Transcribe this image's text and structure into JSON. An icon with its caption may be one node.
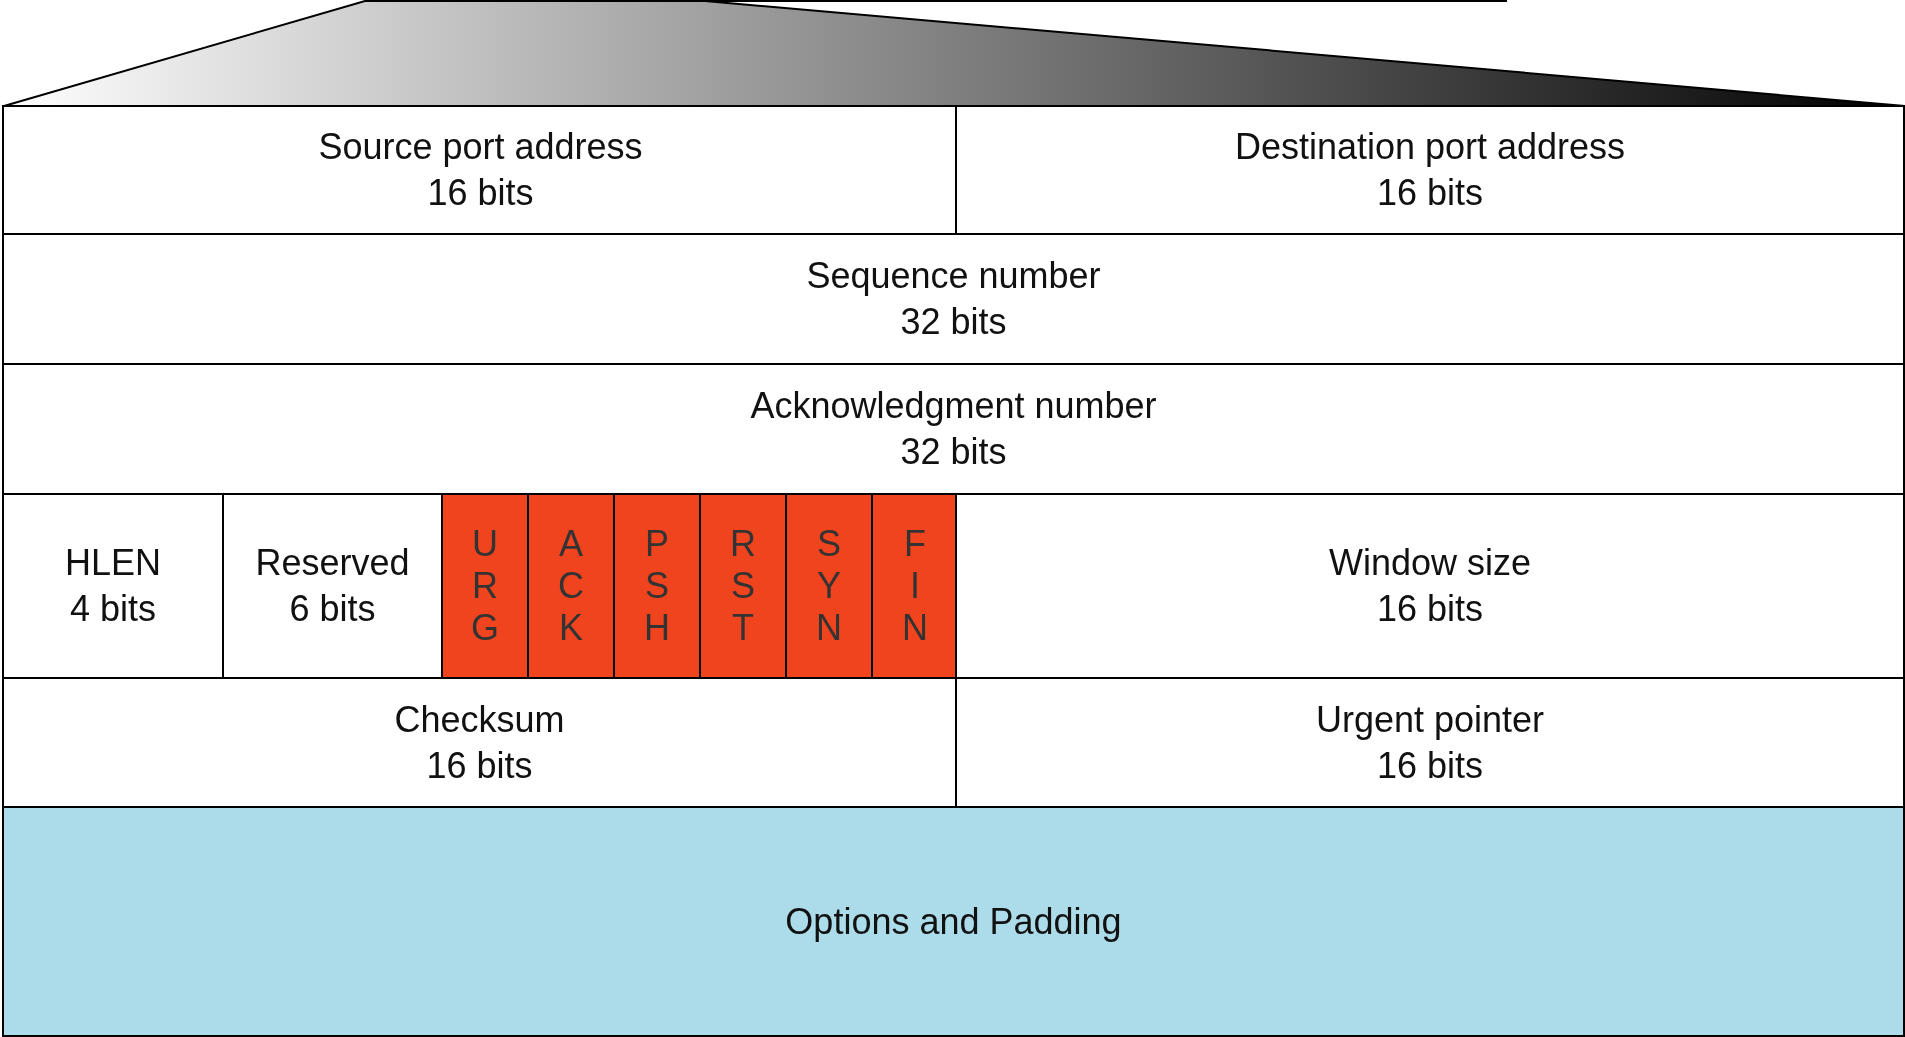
{
  "diagram": {
    "nodes": [
      {
        "text": [
          "Source port address",
          "16 bits"
        ]
      },
      {
        "text": [
          "Destination port address",
          "16 bits"
        ]
      },
      {
        "text": [
          "Sequence number",
          "32 bits"
        ]
      },
      {
        "text": [
          "Acknowledgment number",
          "32 bits"
        ]
      },
      {
        "text": [
          "HLEN",
          "4 bits"
        ]
      },
      {
        "text": [
          "Reserved",
          "6 bits"
        ]
      },
      {
        "text": [
          "U R G"
        ]
      },
      {
        "text": [
          "A C K"
        ]
      },
      {
        "text": [
          "P S H"
        ]
      },
      {
        "text": [
          "R S T"
        ]
      },
      {
        "text": [
          "S Y N"
        ]
      },
      {
        "text": [
          "F I N"
        ]
      },
      {
        "text": [
          "Window size",
          "16 bits"
        ]
      },
      {
        "text": [
          "Checksum",
          "16 bits"
        ]
      },
      {
        "text": [
          "Urgent pointer",
          "16 bits"
        ]
      },
      {
        "text": [
          "Options and Padding"
        ]
      }
    ]
  }
}
